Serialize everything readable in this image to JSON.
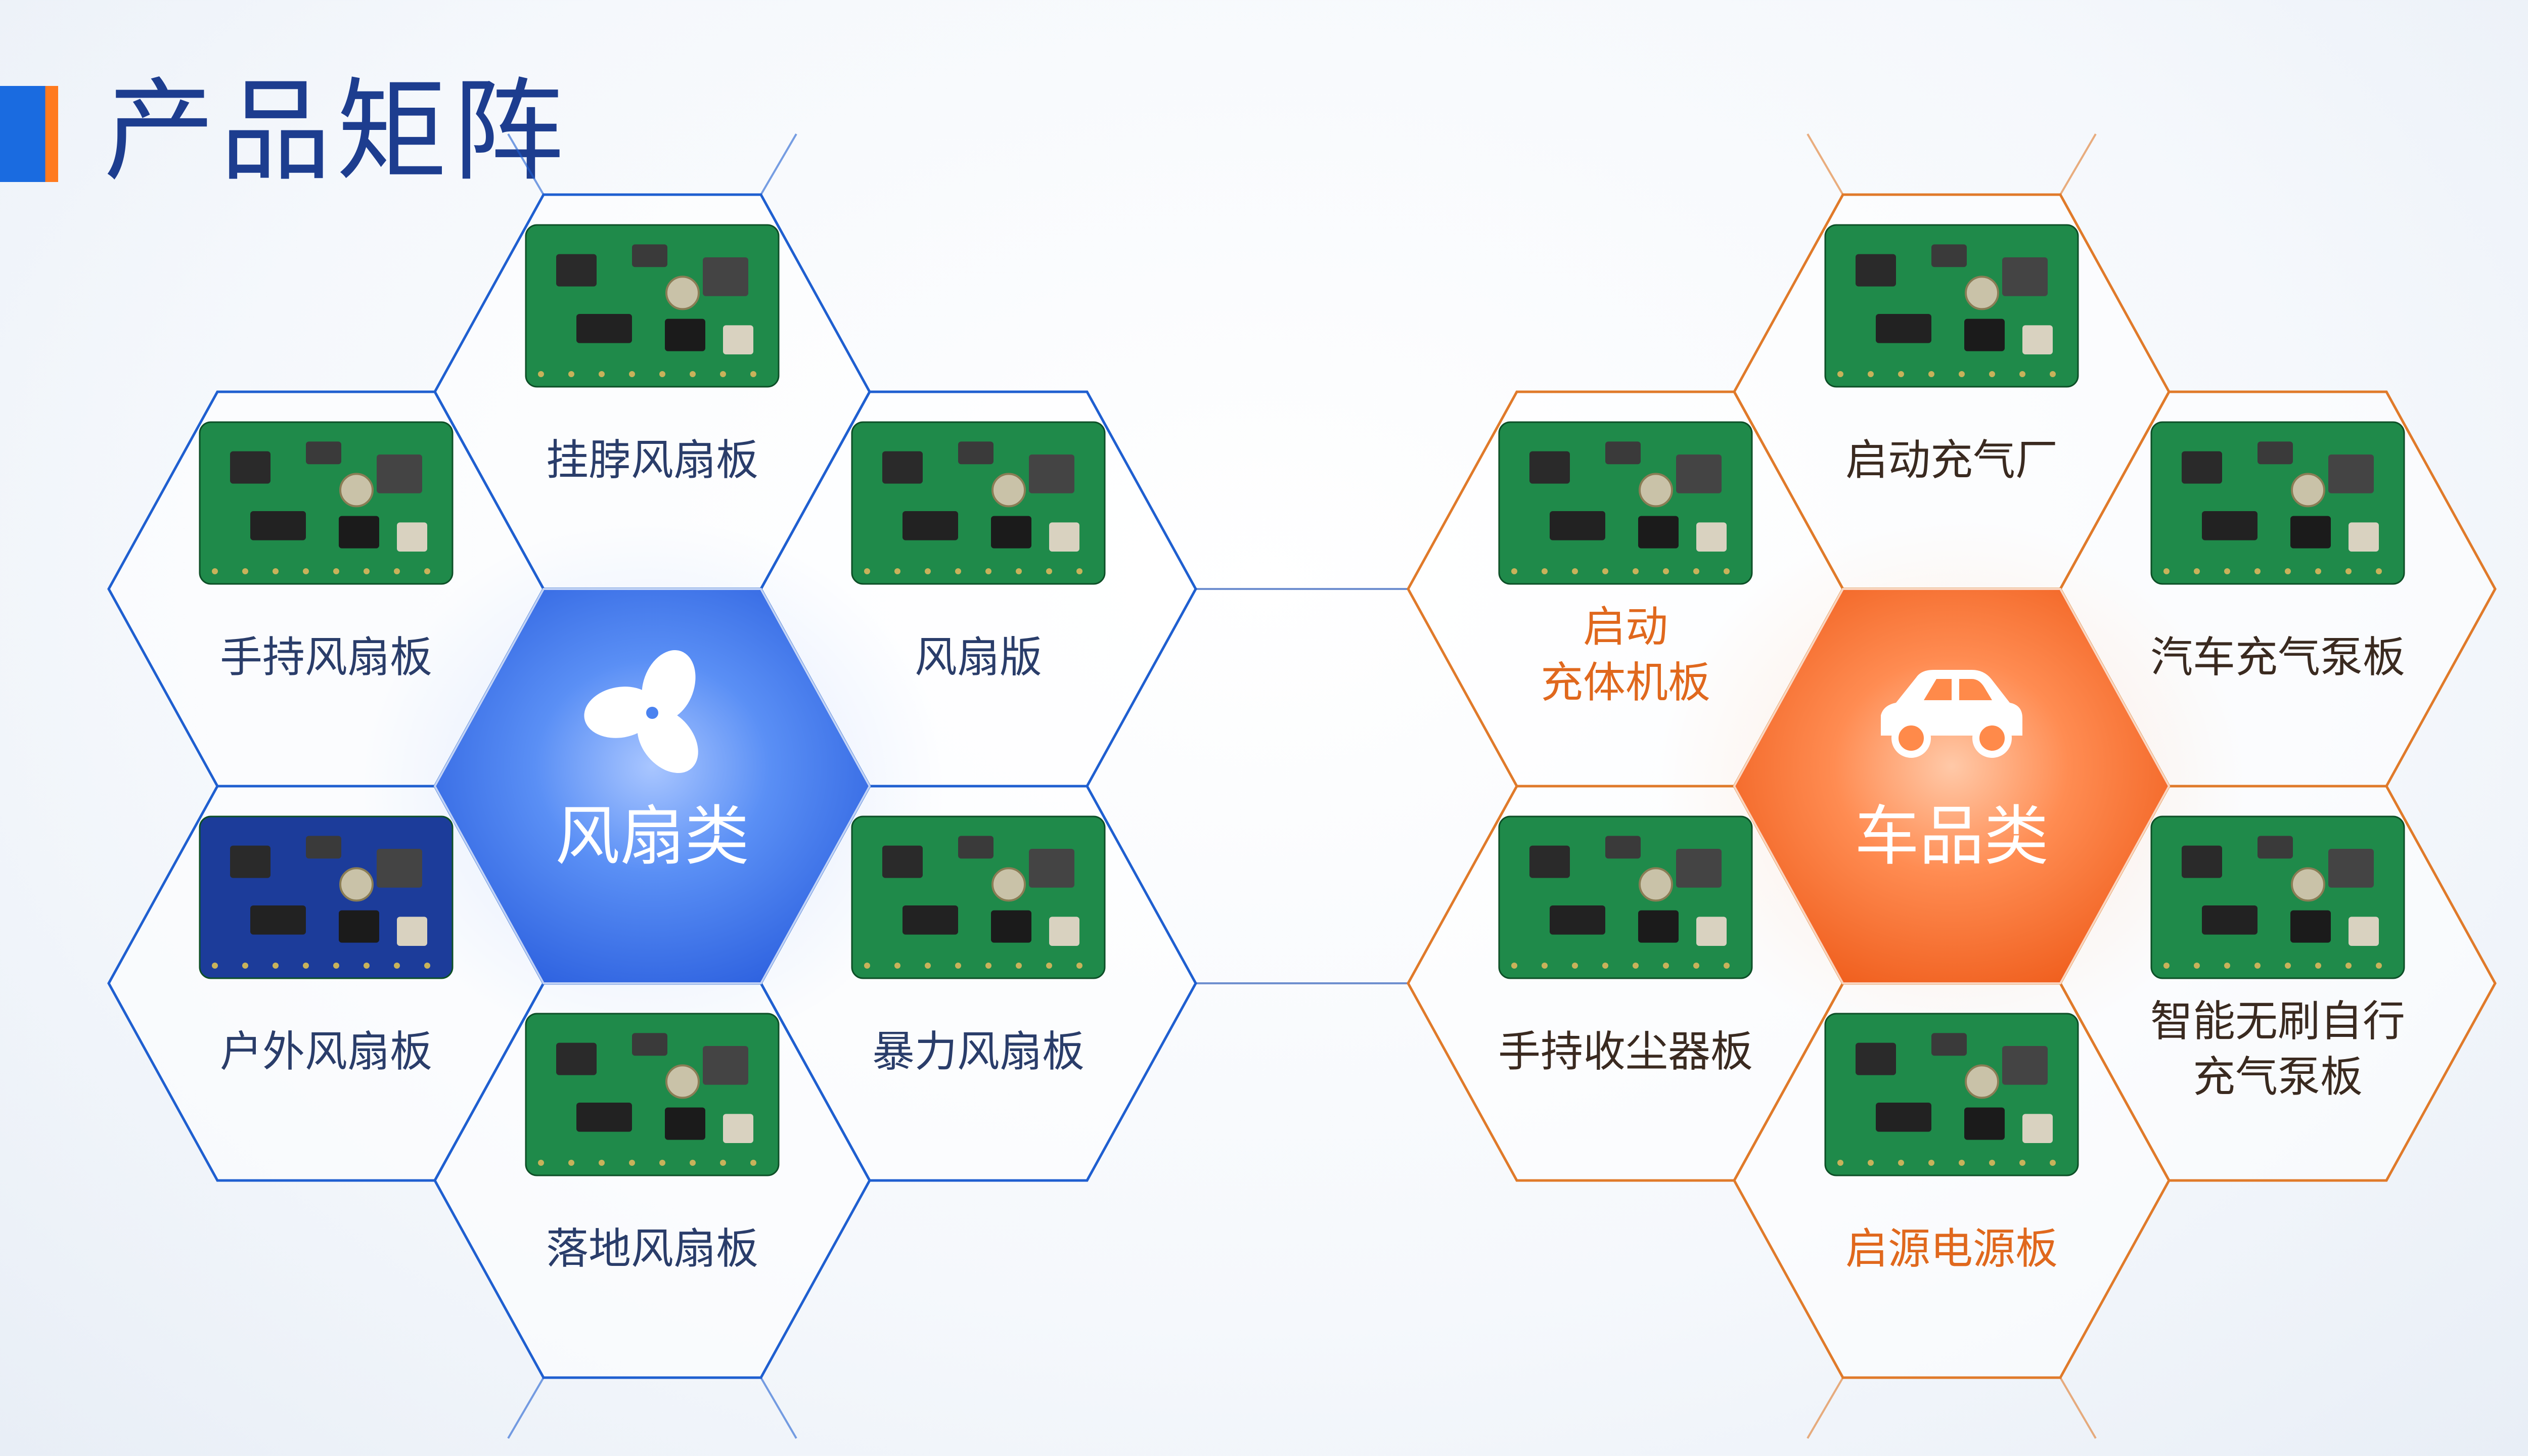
{
  "page": {
    "title": "产品矩阵"
  },
  "colors": {
    "blue_line": "#1f5fd0",
    "orange_line": "#e07a2a",
    "blue_center": "#3f7cf0",
    "orange_center": "#ff7a3a",
    "pcb_green": "#1f8a4a",
    "pcb_blue": "#1c3c9a"
  },
  "fan_group": {
    "center_label": "风扇类",
    "center_icon": "fan-icon",
    "cells": [
      {
        "label": "挂脖风扇板"
      },
      {
        "label": "手持风扇板"
      },
      {
        "label": "风扇版"
      },
      {
        "label": "户外风扇板"
      },
      {
        "label": "暴力风扇板"
      },
      {
        "label": "落地风扇板"
      }
    ]
  },
  "car_group": {
    "center_label": "车品类",
    "center_icon": "car-icon",
    "cells": [
      {
        "label": "启动充气厂"
      },
      {
        "label": "启动充体机板",
        "lines": [
          "启动",
          "充体机板"
        ]
      },
      {
        "label": "汽车充气泵板"
      },
      {
        "label": "手持收尘器板"
      },
      {
        "label": "智能无刷自行充气泵板",
        "lines": [
          "智能无刷自行",
          "充气泵板"
        ]
      },
      {
        "label": "启源电源板"
      }
    ]
  }
}
